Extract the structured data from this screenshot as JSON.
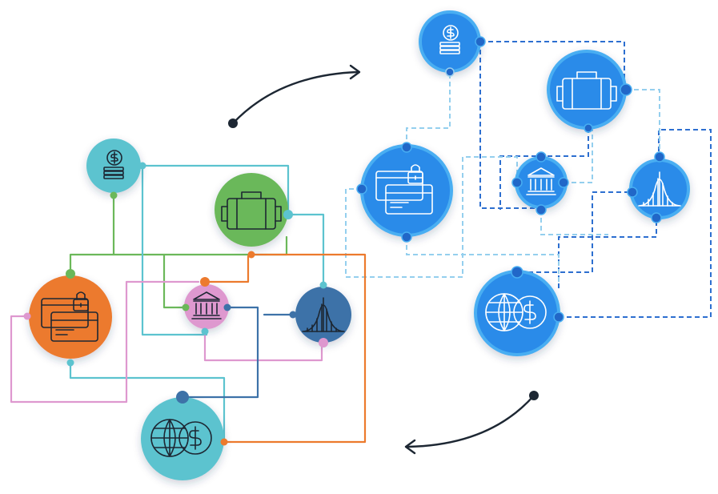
{
  "colors": {
    "teal": "#5cc3cf",
    "green": "#6bb85a",
    "orange": "#ec7a2d",
    "pink": "#de98cf",
    "steel": "#3d72a8",
    "blue": "#2a8be9",
    "blue_dark": "#2167c8",
    "blue_light": "#9bd0ee",
    "arrow": "#1d2733"
  },
  "left_network": {
    "nodes": [
      {
        "id": "coins",
        "icon": "dollar-coins-icon",
        "color": "teal"
      },
      {
        "id": "briefcase",
        "icon": "briefcase-icon",
        "color": "green"
      },
      {
        "id": "cards",
        "icon": "credit-cards-lock-icon",
        "color": "orange"
      },
      {
        "id": "bank",
        "icon": "bank-icon",
        "color": "pink"
      },
      {
        "id": "distribution",
        "icon": "bell-curve-icon",
        "color": "steel"
      },
      {
        "id": "globe",
        "icon": "globe-dollar-icon",
        "color": "teal"
      }
    ]
  },
  "right_network": {
    "nodes": [
      {
        "id": "coins",
        "icon": "dollar-coins-icon",
        "color": "blue"
      },
      {
        "id": "briefcase",
        "icon": "briefcase-icon",
        "color": "blue"
      },
      {
        "id": "cards",
        "icon": "credit-cards-lock-icon",
        "color": "blue"
      },
      {
        "id": "bank",
        "icon": "bank-icon",
        "color": "blue"
      },
      {
        "id": "distribution",
        "icon": "bell-curve-icon",
        "color": "blue"
      },
      {
        "id": "globe",
        "icon": "globe-dollar-icon",
        "color": "blue"
      }
    ]
  },
  "arrows": [
    {
      "id": "top-arrow",
      "direction": "left-to-right"
    },
    {
      "id": "bottom-arrow",
      "direction": "right-to-left"
    }
  ]
}
